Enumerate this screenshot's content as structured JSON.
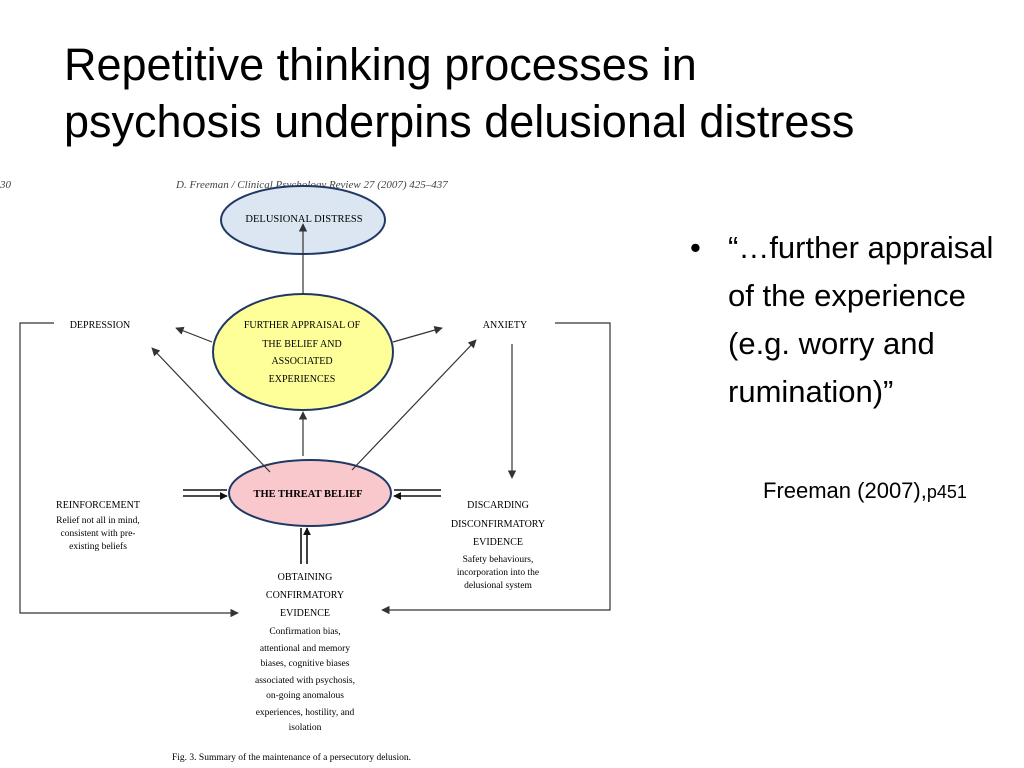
{
  "slide": {
    "title_lines": [
      "Repetitive thinking processes in",
      "psychosis underpins delusional distress"
    ]
  },
  "figure": {
    "page_header": "D. Freeman / Clinical Psychology Review 27 (2007) 425–437",
    "page_number": "30",
    "distress_label": "DELUSIONAL DISTRESS",
    "appraisal_lines": [
      "FURTHER APPRAISAL OF",
      "THE BELIEF AND",
      "ASSOCIATED",
      "EXPERIENCES"
    ],
    "depression_label": "DEPRESSION",
    "anxiety_label": "ANXIETY",
    "threat_label": "THE THREAT BELIEF",
    "reinforcement_title": "REINFORCEMENT",
    "reinforcement_lines": [
      "Relief not all in mind,",
      "consistent with pre-",
      "existing beliefs"
    ],
    "discarding_title_lines": [
      "DISCARDING",
      "DISCONFIRMATORY",
      "EVIDENCE"
    ],
    "discarding_lines": [
      "Safety behaviours,",
      "incorporation into the",
      "delusional system"
    ],
    "obtaining_title_lines": [
      "OBTAINING",
      "CONFIRMATORY",
      "EVIDENCE"
    ],
    "obtaining_lines": [
      "Confirmation bias,",
      "attentional and memory",
      "biases, cognitive biases",
      "associated with psychosis,",
      "on-going anomalous",
      "experiences, hostility, and",
      "isolation"
    ],
    "caption": "Fig. 3. Summary of the maintenance of a persecutory delusion.",
    "colors": {
      "distress_fill": "#dce6f2",
      "appraisal_fill": "#ffff99",
      "threat_fill": "#f8c8cc",
      "ellipse_stroke": "#1f3864",
      "arrow": "#333333"
    }
  },
  "bullets": [
    {
      "text": "“…further appraisal of the experience (e.g. worry and rumination)”"
    }
  ],
  "citation": {
    "author": "Freeman (2007),",
    "page": "p451"
  }
}
